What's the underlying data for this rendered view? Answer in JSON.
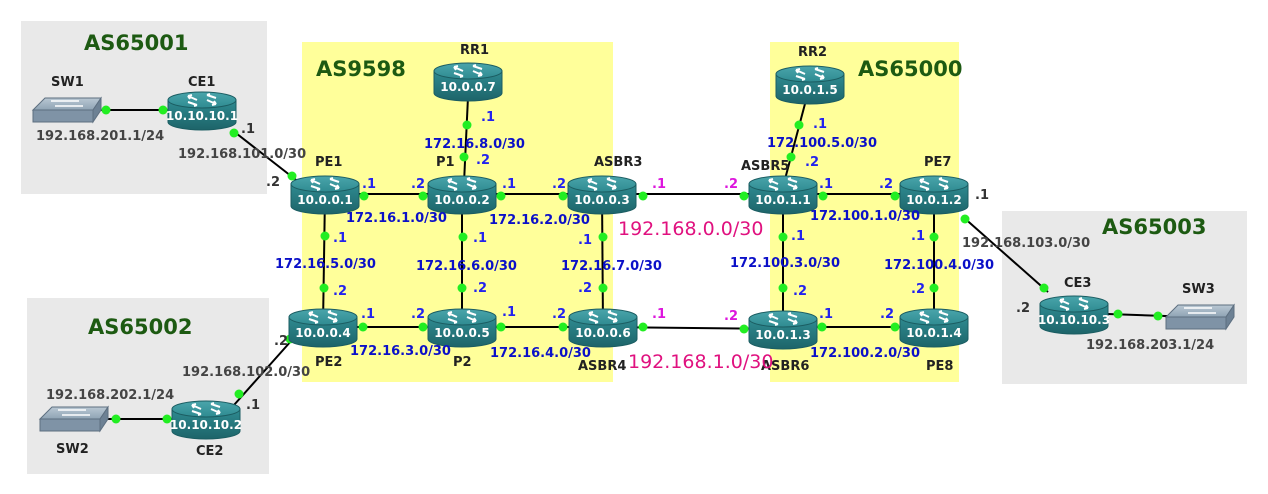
{
  "as_areas": {
    "as65001": "AS65001",
    "as65002": "AS65002",
    "as9598": "AS9598",
    "as65000": "AS65000",
    "as65003": "AS65003"
  },
  "colors": {
    "gray_area": "#e9e9e9",
    "yellow_area": "#ffff9a",
    "router_body": "#2f8b91",
    "link_dot": "#22ee22",
    "subnet_blue": "#0b10c8",
    "subnet_pink": "#e0117f",
    "as_green": "#1d5a12"
  },
  "devices": {
    "rr1": {
      "name": "RR1",
      "ip": "10.0.0.7"
    },
    "rr2": {
      "name": "RR2",
      "ip": "10.0.1.5"
    },
    "pe1": {
      "name": "PE1",
      "ip": "10.0.0.1"
    },
    "p1": {
      "name": "P1",
      "ip": "10.0.0.2"
    },
    "asbr3": {
      "name": "ASBR3",
      "ip": "10.0.0.3"
    },
    "pe2": {
      "name": "PE2",
      "ip": "10.0.0.4"
    },
    "p2": {
      "name": "P2",
      "ip": "10.0.0.5"
    },
    "asbr4": {
      "name": "ASBR4",
      "ip": "10.0.0.6"
    },
    "asbr5": {
      "name": "ASBR5",
      "ip": "10.0.1.1"
    },
    "pe7": {
      "name": "PE7",
      "ip": "10.0.1.2"
    },
    "asbr6": {
      "name": "ASBR6",
      "ip": "10.0.1.3"
    },
    "pe8": {
      "name": "PE8",
      "ip": "10.0.1.4"
    },
    "ce1": {
      "name": "CE1",
      "ip": "10.10.10.1"
    },
    "ce2": {
      "name": "CE2",
      "ip": "10.10.10.2"
    },
    "ce3": {
      "name": "CE3",
      "ip": "10.10.10.3"
    },
    "sw1": {
      "name": "SW1"
    },
    "sw2": {
      "name": "SW2"
    },
    "sw3": {
      "name": "SW3"
    }
  },
  "subnets": {
    "rr1_p1": "172.16.8.0/30",
    "pe1_p1": "172.16.1.0/30",
    "p1_asbr3": "172.16.2.0/30",
    "pe1_pe2": "172.16.5.0/30",
    "p1_p2": "172.16.6.0/30",
    "asbr3_asbr4": "172.16.7.0/30",
    "pe2_p2": "172.16.3.0/30",
    "p2_asbr4": "172.16.4.0/30",
    "asbr3_asbr5": "192.168.0.0/30",
    "asbr4_asbr6": "192.168.1.0/30",
    "rr2_asbr5": "172.100.5.0/30",
    "asbr5_pe7": "172.100.1.0/30",
    "asbr5_asbr6": "172.100.3.0/30",
    "pe7_pe8": "172.100.4.0/30",
    "asbr6_pe8": "172.100.2.0/30",
    "ce1_pe1": "192.168.101.0/30",
    "ce2_pe2": "192.168.102.0/30",
    "pe7_ce3": "192.168.103.0/30",
    "sw1_lan": "192.168.201.1/24",
    "sw2_lan": "192.168.202.1/24",
    "sw3_lan": "192.168.203.1/24"
  },
  "ports": {
    "one": ".1",
    "two": ".2"
  }
}
